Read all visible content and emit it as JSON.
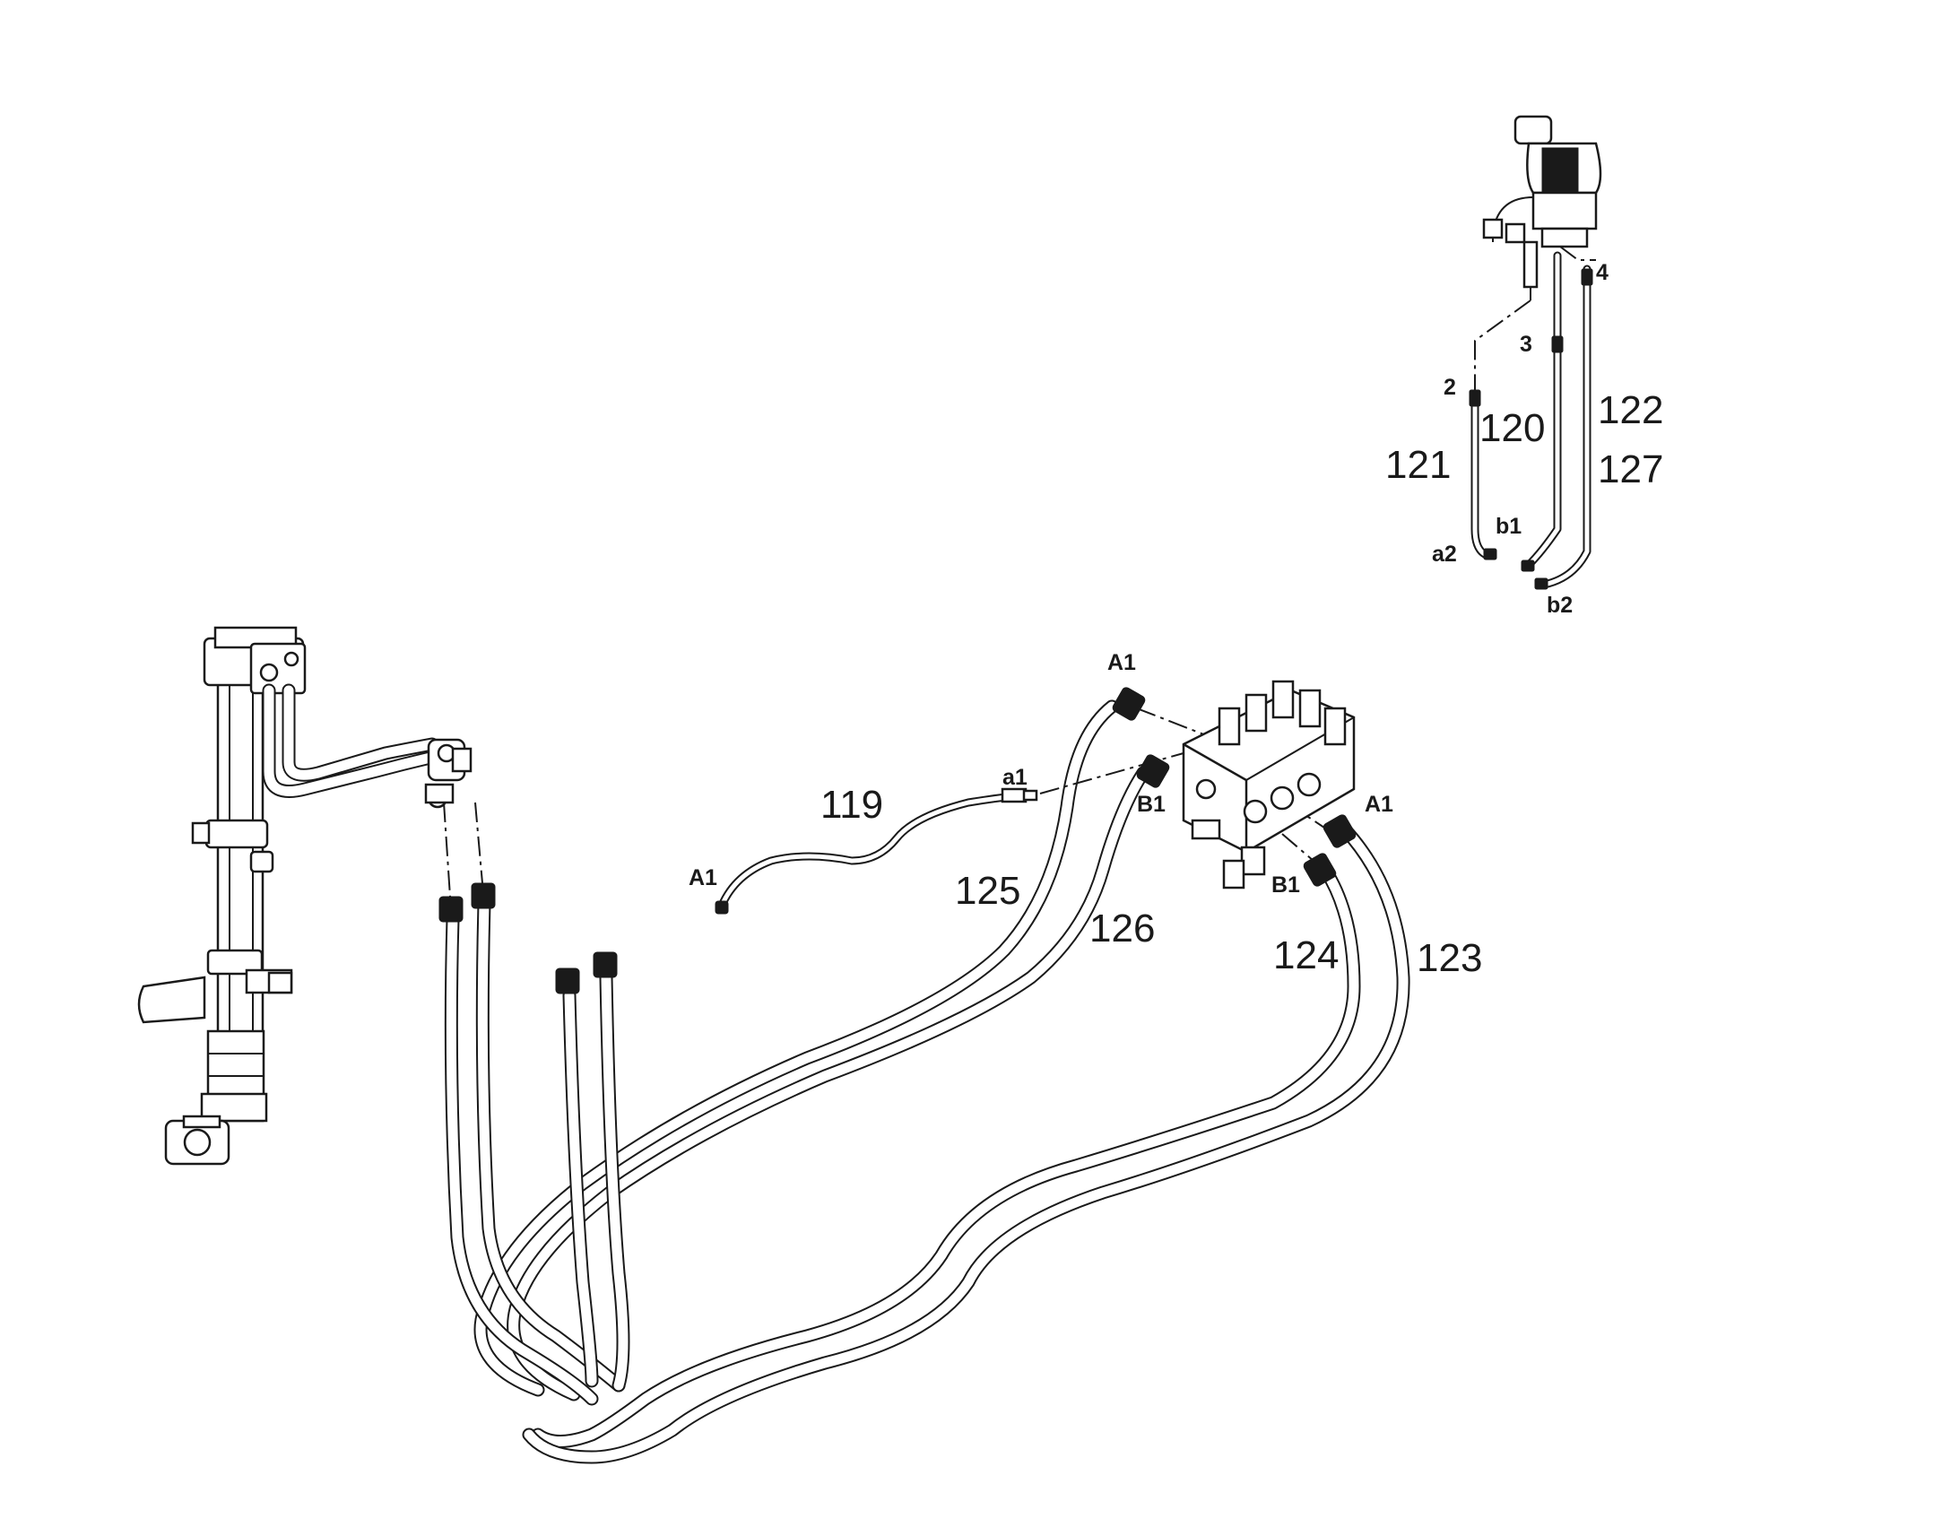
{
  "diagram": {
    "part_numbers": {
      "p119": "119",
      "p120": "120",
      "p121": "121",
      "p122": "122",
      "p123": "123",
      "p124": "124",
      "p125": "125",
      "p126": "126",
      "p127": "127"
    },
    "port_labels": {
      "joystick_2": "2",
      "joystick_3": "3",
      "joystick_4": "4",
      "a2": "a2",
      "b1_upper": "b1",
      "b2": "b2",
      "a1": "a1",
      "A1_hose119": "A1",
      "A1_valve_top": "A1",
      "B1_valve_left": "B1",
      "A1_valve_right": "A1",
      "B1_valve_bottom": "B1"
    }
  }
}
